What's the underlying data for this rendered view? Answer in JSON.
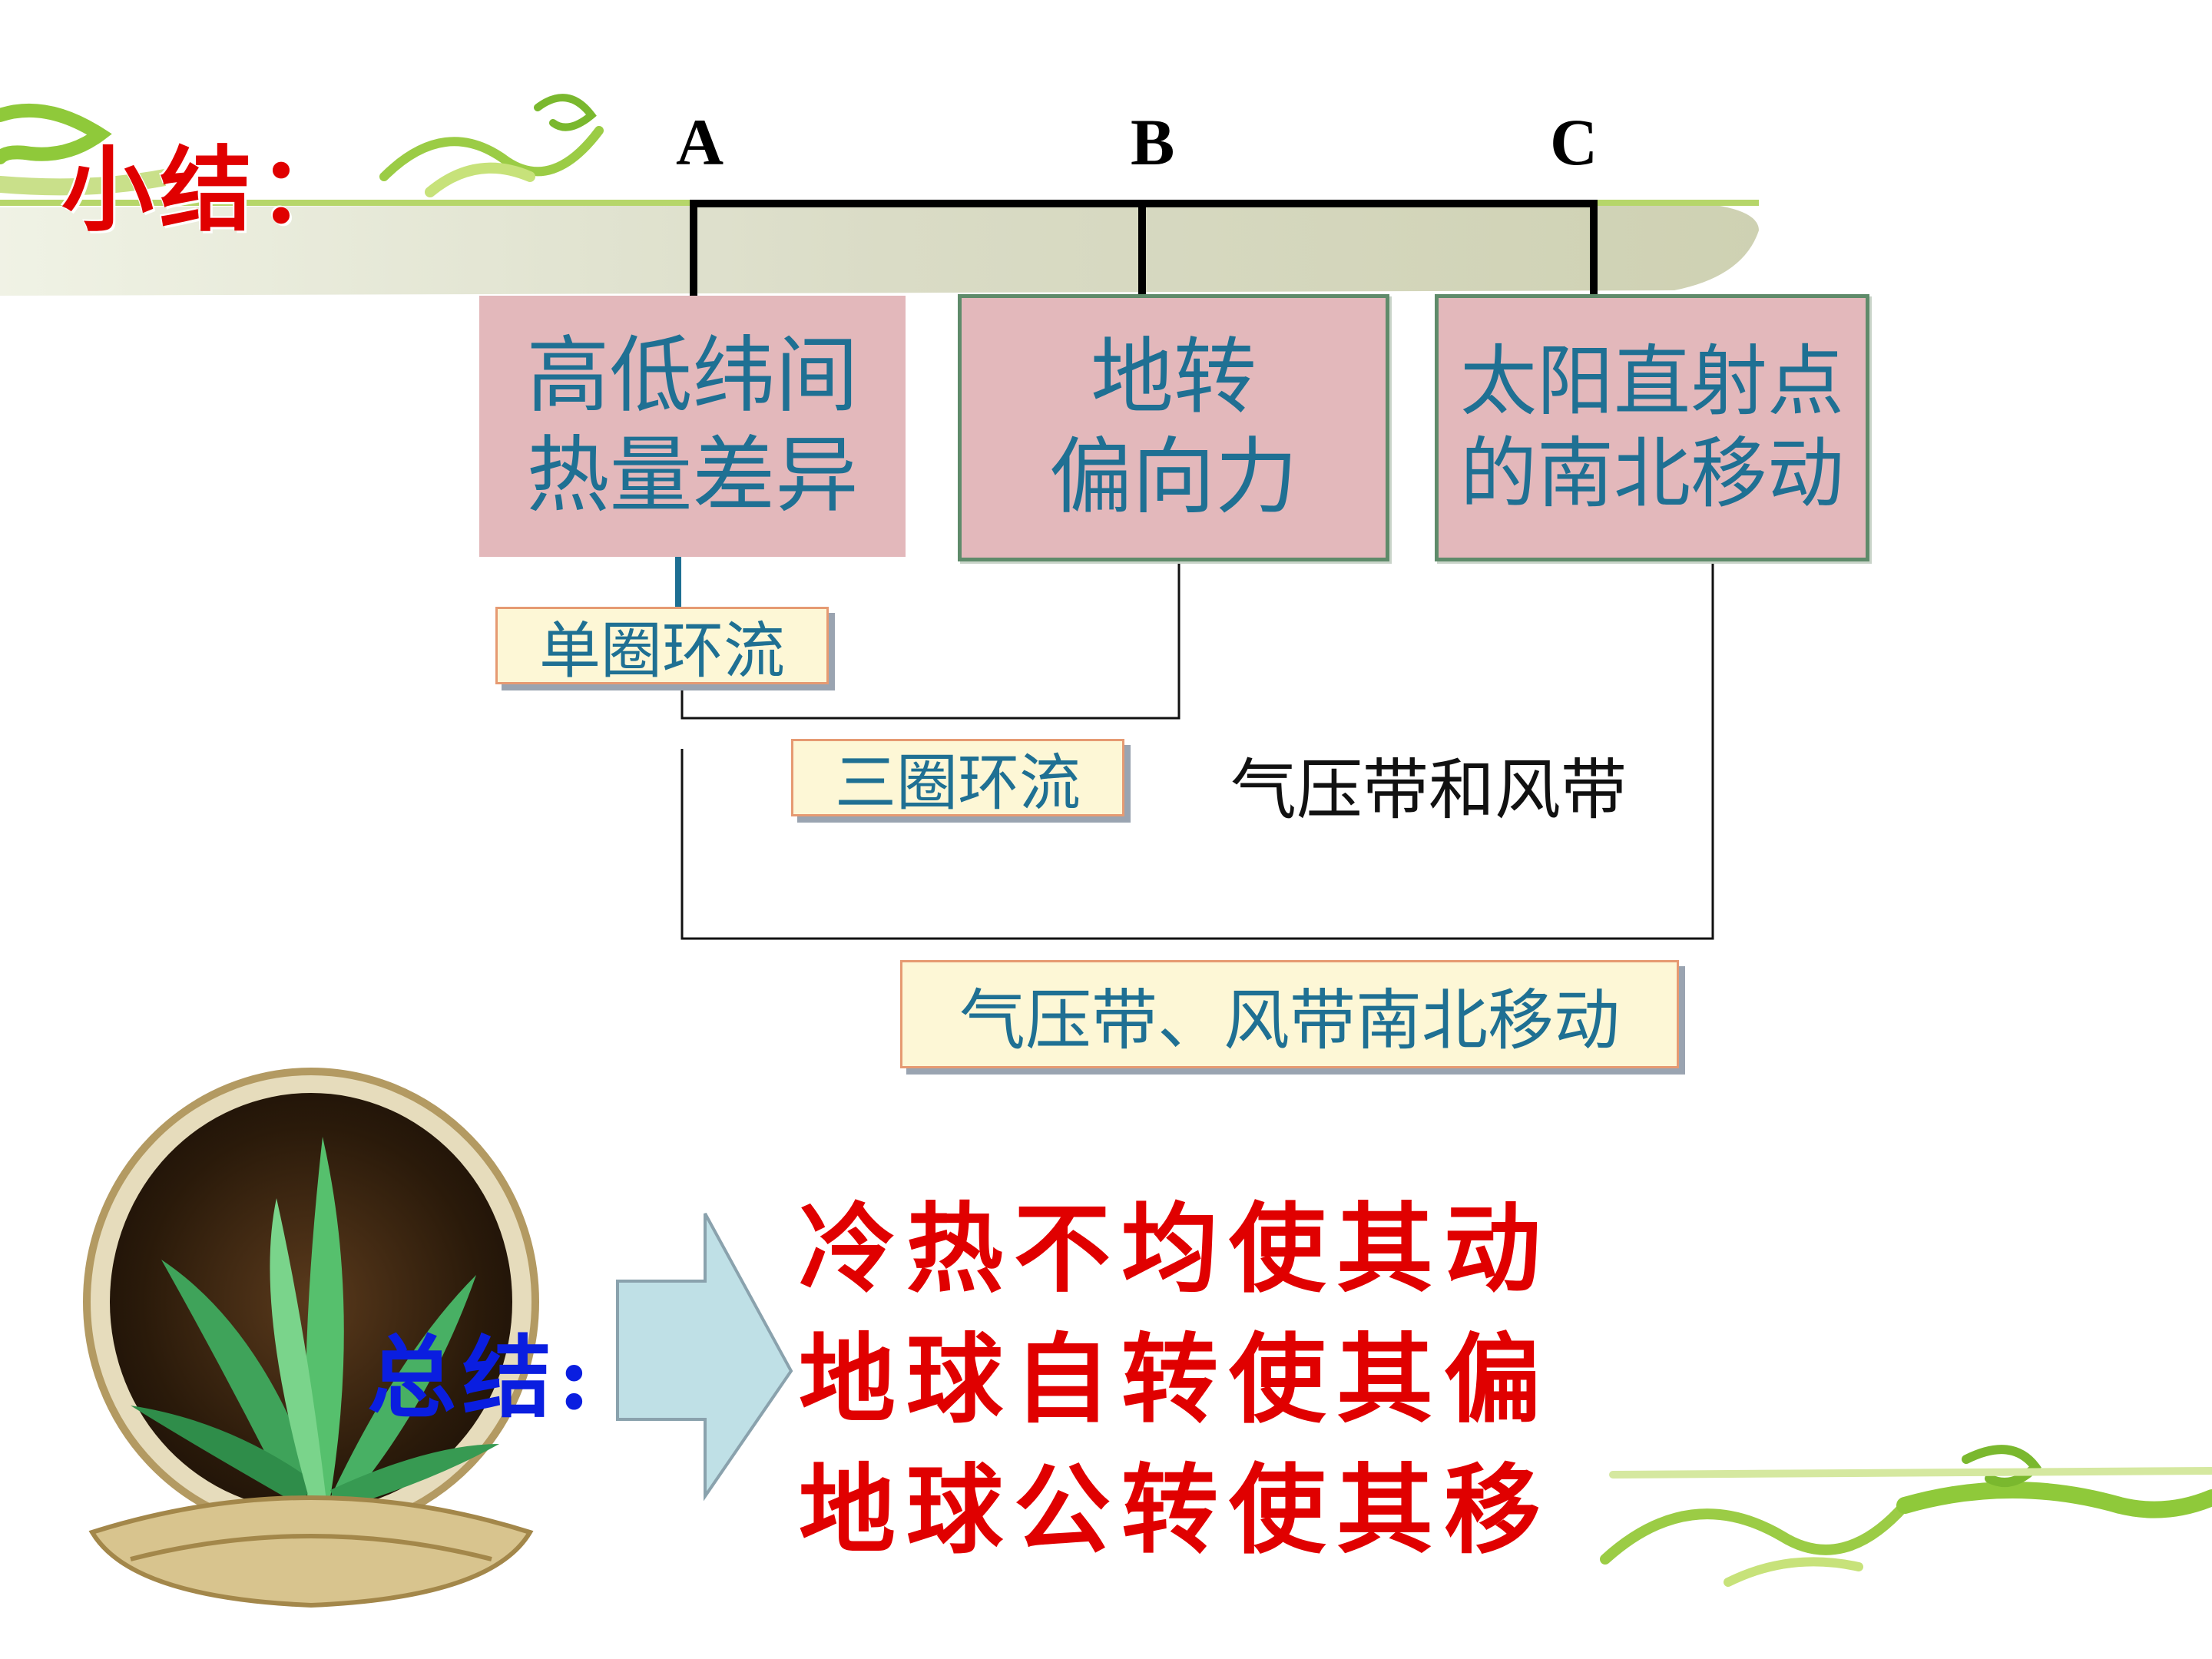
{
  "slide": {
    "title": "小结：",
    "letters": [
      "A",
      "B",
      "C"
    ],
    "causes": [
      {
        "text": "高低纬间\n热量差异"
      },
      {
        "text": "地转\n偏向力"
      },
      {
        "text": "太阳直射点\n的南北移动"
      }
    ],
    "single_cell": "单圈环流",
    "three_cell": "三圈环流",
    "pressure_belts": "气压带和风带",
    "belt_shift": "气压带、风带南北移动",
    "summary": {
      "label": "总结:",
      "lines": [
        "冷热不均使其动",
        "地球自转使其偏",
        "地球公转使其移"
      ]
    }
  },
  "colors": {
    "title_red": "#e00000",
    "summary_blue": "#0a1ee0",
    "box_pink": "#e3b8bb",
    "box_text_blue": "#1f7093",
    "tag_fill": "#fdf7d6",
    "arrow_fill": "#bfe0e6",
    "decor_green": "#9ccc3c"
  }
}
